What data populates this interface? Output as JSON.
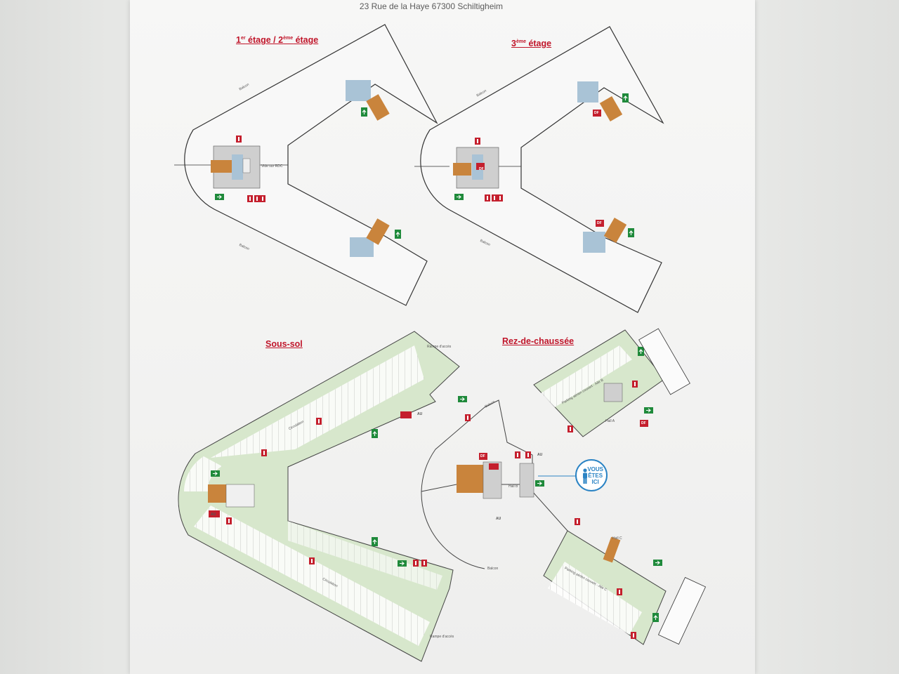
{
  "sign": {
    "address": "23 Rue de la Haye 67300 Schiltigheim"
  },
  "floors": {
    "floor_1_2": {
      "part1": "1",
      "sup1": "er",
      "part2": " étage / 2",
      "sup2": "ème",
      "part3": " étage"
    },
    "floor_3": {
      "part1": "3",
      "sup1": "ème",
      "part2": " étage"
    },
    "basement": "Sous-sol",
    "ground": "Rez-de-chaussée"
  },
  "you_are_here": {
    "line1": "VOUS",
    "line2": "ÊTES",
    "line3": "ICI"
  },
  "small_labels": {
    "balcon": "Balcon",
    "vide": "Vide sur RDC",
    "circulation": "Circulation",
    "rampe": "Rampe d'accès",
    "hall_a": "Hall A",
    "hall_b": "Hall B",
    "hall_c": "Hall C",
    "parking_b": "Parking aérien couvert - Aile B",
    "parking_c": "Parking aérien couvert - Aile C",
    "df": "DF",
    "au": "AU"
  },
  "colors": {
    "title_red": "#c0152a",
    "exit_green": "#1f8a3b",
    "parking_green": "#d7e7cc",
    "stair_orange": "#c9843c",
    "lift_blue": "#a9c3d6",
    "you_blue": "#2a83c4"
  }
}
